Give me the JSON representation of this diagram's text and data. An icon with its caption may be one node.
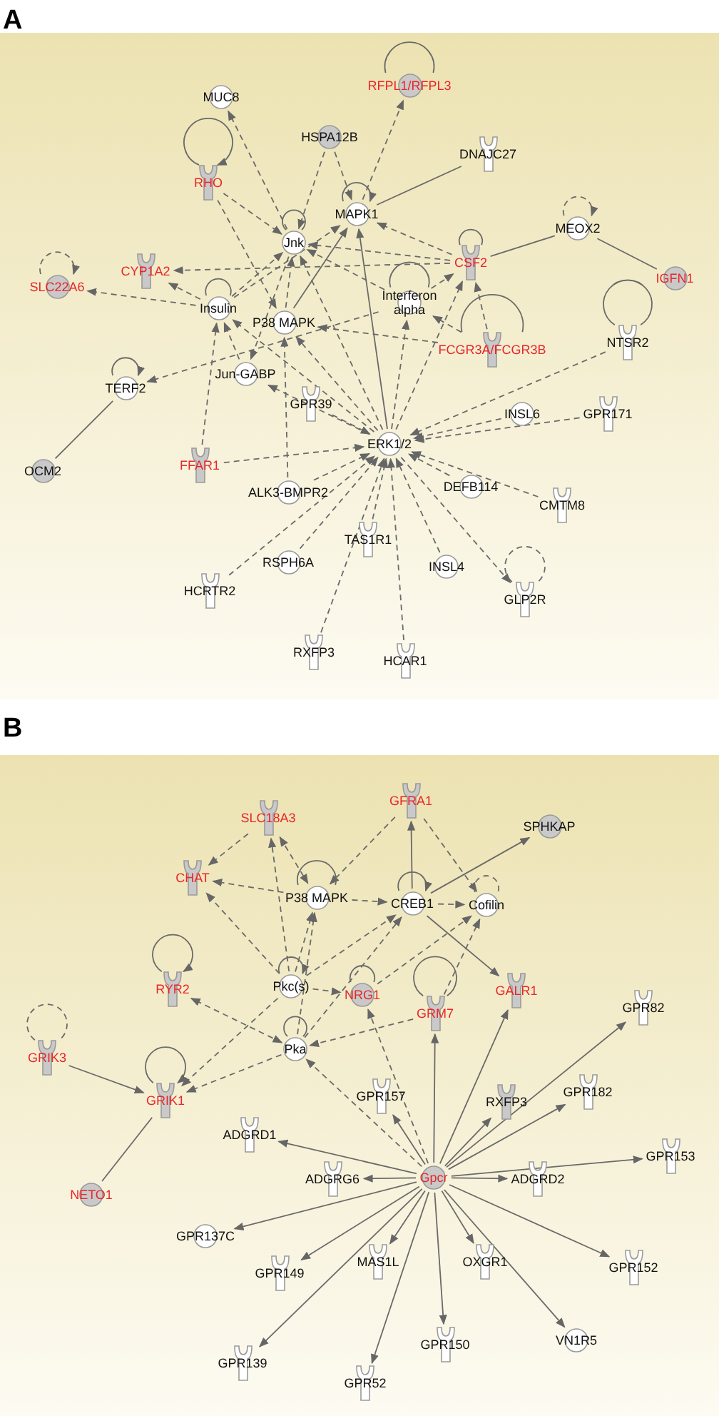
{
  "diagram": {
    "nodes": [
      {
        "text": [
          "A"
        ]
      },
      {
        "text": [
          "MUC8"
        ],
        "in": 0
      },
      {
        "text": [
          "RFPL1/RFPL3"
        ],
        "in": 0
      },
      {
        "text": [
          "HSPA12B"
        ],
        "in": 0
      },
      {
        "text": [
          "DNAJC27"
        ],
        "in": 0
      },
      {
        "text": [
          "RHO"
        ],
        "in": 0
      },
      {
        "text": [
          "MEOX2"
        ],
        "in": 0
      },
      {
        "text": [
          "Jnk"
        ],
        "in": 0
      },
      {
        "text": [
          "MAPK1"
        ],
        "in": 0
      },
      {
        "text": [
          "CSF2"
        ],
        "in": 0
      },
      {
        "text": [
          "IGFN1"
        ],
        "in": 0
      },
      {
        "text": [
          "SLC22A6"
        ],
        "in": 0
      },
      {
        "text": [
          "CYP1A2"
        ],
        "in": 0
      },
      {
        "text": [
          "Insulin"
        ],
        "in": 0
      },
      {
        "text": [
          "P38 MAPK"
        ],
        "in": 0
      },
      {
        "text": [
          "Interferon alpha"
        ],
        "in": 0
      },
      {
        "text": [
          "NTSR2"
        ],
        "in": 0
      },
      {
        "text": [
          "FCGR3A/FCGR3B"
        ],
        "in": 0
      },
      {
        "text": [
          "TERF2"
        ],
        "in": 0
      },
      {
        "text": [
          "Jun-GABP"
        ],
        "in": 0
      },
      {
        "text": [
          "GPR39"
        ],
        "in": 0
      },
      {
        "text": [
          "INSL6"
        ],
        "in": 0
      },
      {
        "text": [
          "GPR171"
        ],
        "in": 0
      },
      {
        "text": [
          "ERK1/2"
        ],
        "in": 0
      },
      {
        "text": [
          "OCM2"
        ],
        "in": 0
      },
      {
        "text": [
          "FFAR1"
        ],
        "in": 0
      },
      {
        "text": [
          "ALK3-BMPR2"
        ],
        "in": 0
      },
      {
        "text": [
          "DEFB114"
        ],
        "in": 0
      },
      {
        "text": [
          "CMTM8"
        ],
        "in": 0
      },
      {
        "text": [
          "TAS1R1"
        ],
        "in": 0
      },
      {
        "text": [
          "RSPH6A"
        ],
        "in": 0
      },
      {
        "text": [
          "INSL4"
        ],
        "in": 0
      },
      {
        "text": [
          "HCRTR2"
        ],
        "in": 0
      },
      {
        "text": [
          "GLP2R"
        ],
        "in": 0
      },
      {
        "text": [
          "RXFP3"
        ],
        "in": 0
      },
      {
        "text": [
          "HCAR1"
        ],
        "in": 0
      },
      {
        "text": [
          "B"
        ]
      },
      {
        "text": [
          "SLC18A3"
        ],
        "in": 36
      },
      {
        "text": [
          "GFRA1"
        ],
        "in": 36
      },
      {
        "text": [
          "SPHKAP"
        ],
        "in": 36
      },
      {
        "text": [
          "CHAT"
        ],
        "in": 36
      },
      {
        "text": [
          "P38 MAPK"
        ],
        "in": 36
      },
      {
        "text": [
          "CREB1"
        ],
        "in": 36
      },
      {
        "text": [
          "Cofilin"
        ],
        "in": 36
      },
      {
        "text": [
          "RYR2"
        ],
        "in": 36
      },
      {
        "text": [
          "Pkc(s)"
        ],
        "in": 36
      },
      {
        "text": [
          "NRG1"
        ],
        "in": 36
      },
      {
        "text": [
          "GRM7"
        ],
        "in": 36
      },
      {
        "text": [
          "GALR1"
        ],
        "in": 36
      },
      {
        "text": [
          "GPR82"
        ],
        "in": 36
      },
      {
        "text": [
          "GRIK3"
        ],
        "in": 36
      },
      {
        "text": [
          "Pka"
        ],
        "in": 36
      },
      {
        "text": [
          "GRIK1"
        ],
        "in": 36
      },
      {
        "text": [
          "GPR157"
        ],
        "in": 36
      },
      {
        "text": [
          "RXFP3"
        ],
        "in": 36
      },
      {
        "text": [
          "GPR182"
        ],
        "in": 36
      },
      {
        "text": [
          "ADGRD1"
        ],
        "in": 36
      },
      {
        "text": [
          "GPR153"
        ],
        "in": 36
      },
      {
        "text": [
          "ADGRG6"
        ],
        "in": 36
      },
      {
        "text": [
          "Gpcr"
        ],
        "in": 36
      },
      {
        "text": [
          "ADGRD2"
        ],
        "in": 36
      },
      {
        "text": [
          "NETO1"
        ],
        "in": 36
      },
      {
        "text": [
          "GPR137C"
        ],
        "in": 36
      },
      {
        "text": [
          "GPR149"
        ],
        "in": 36
      },
      {
        "text": [
          "MAS1L"
        ],
        "in": 36
      },
      {
        "text": [
          "OXGR1"
        ],
        "in": 36
      },
      {
        "text": [
          "GPR152"
        ],
        "in": 36
      },
      {
        "text": [
          "GPR150"
        ],
        "in": 36
      },
      {
        "text": [
          "VN1R5"
        ],
        "in": 36
      },
      {
        "text": [
          "GPR139"
        ],
        "in": 36
      },
      {
        "text": [
          "GPR52"
        ],
        "in": 36
      }
    ],
    "edges": [
      {
        "from": 7,
        "to": 1,
        "arrow": "to",
        "style": "dashed"
      },
      {
        "from": 8,
        "to": 2,
        "arrow": "to",
        "style": "dashed"
      },
      {
        "from": 2,
        "to": 2,
        "arrow": "none"
      },
      {
        "from": 3,
        "to": 7,
        "arrow": "to",
        "style": "dashed"
      },
      {
        "from": 3,
        "to": 8,
        "arrow": "to",
        "style": "dashed"
      },
      {
        "from": 4,
        "to": 8,
        "arrow": "none"
      },
      {
        "from": 5,
        "to": 5,
        "arrow": "to"
      },
      {
        "from": 5,
        "to": 7,
        "arrow": "to",
        "style": "dashed"
      },
      {
        "from": 5,
        "to": 14,
        "arrow": "to",
        "style": "dashed"
      },
      {
        "from": 6,
        "to": 6,
        "arrow": "to",
        "style": "dashed"
      },
      {
        "from": 6,
        "to": 9,
        "arrow": "none"
      },
      {
        "from": 6,
        "to": 10,
        "arrow": "none"
      },
      {
        "from": 7,
        "to": 7,
        "arrow": "none"
      },
      {
        "from": 8,
        "to": 8,
        "arrow": "to"
      },
      {
        "from": 9,
        "to": 9,
        "arrow": "none"
      },
      {
        "from": 9,
        "to": 7,
        "arrow": "to",
        "style": "dashed"
      },
      {
        "from": 9,
        "to": 8,
        "arrow": "to",
        "style": "dashed"
      },
      {
        "from": 9,
        "to": 12,
        "arrow": "to",
        "style": "dashed"
      },
      {
        "from": 11,
        "to": 11,
        "arrow": "to",
        "style": "dashed"
      },
      {
        "from": 13,
        "to": 11,
        "arrow": "to",
        "style": "dashed"
      },
      {
        "from": 13,
        "to": 12,
        "arrow": "to",
        "style": "dashed"
      },
      {
        "from": 13,
        "to": 13,
        "arrow": "none"
      },
      {
        "from": 13,
        "to": 7,
        "arrow": "to",
        "style": "dashed"
      },
      {
        "from": 13,
        "to": 8,
        "arrow": "to",
        "style": "dashed"
      },
      {
        "from": 15,
        "to": 15,
        "arrow": "none"
      },
      {
        "from": 15,
        "to": 7,
        "arrow": "to",
        "style": "dashed"
      },
      {
        "from": 15,
        "to": 9,
        "arrow": "to",
        "style": "dashed"
      },
      {
        "from": 15,
        "to": 18,
        "arrow": "to",
        "style": "dashed"
      },
      {
        "from": 14,
        "to": 8,
        "arrow": "to"
      },
      {
        "from": 14,
        "to": 7,
        "arrow": "to",
        "style": "dashed"
      },
      {
        "from": 17,
        "to": 17,
        "arrow": "none"
      },
      {
        "from": 17,
        "to": 15,
        "arrow": "to",
        "style": "dashed"
      },
      {
        "from": 17,
        "to": 14,
        "arrow": "to",
        "style": "dashed"
      },
      {
        "from": 17,
        "to": 9,
        "arrow": "to",
        "style": "dashed"
      },
      {
        "from": 16,
        "to": 16,
        "arrow": "none"
      },
      {
        "from": 18,
        "to": 18,
        "arrow": "to"
      },
      {
        "from": 18,
        "to": 24,
        "arrow": "none"
      },
      {
        "from": 19,
        "to": 13,
        "arrow": "to",
        "style": "dashed"
      },
      {
        "from": 7,
        "to": 19,
        "arrow": "to",
        "style": "dashed"
      },
      {
        "from": 23,
        "to": 19,
        "arrow": "to",
        "style": "dashed"
      },
      {
        "from": 23,
        "to": 13,
        "arrow": "to",
        "style": "dashed"
      },
      {
        "from": 23,
        "to": 14,
        "arrow": "to",
        "style": "dashed"
      },
      {
        "from": 23,
        "to": 7,
        "arrow": "to",
        "style": "dashed"
      },
      {
        "from": 23,
        "to": 8,
        "arrow": "to"
      },
      {
        "from": 23,
        "to": 15,
        "arrow": "to",
        "style": "dashed"
      },
      {
        "from": 23,
        "to": 9,
        "arrow": "to",
        "style": "dashed"
      },
      {
        "from": 25,
        "to": 13,
        "arrow": "to",
        "style": "dashed"
      },
      {
        "from": 26,
        "to": 14,
        "arrow": "to",
        "style": "dashed"
      },
      {
        "from": 16,
        "to": 23,
        "arrow": "to",
        "style": "dashed"
      },
      {
        "from": 20,
        "to": 23,
        "arrow": "to",
        "style": "dashed"
      },
      {
        "from": 21,
        "to": 23,
        "arrow": "to",
        "style": "dashed"
      },
      {
        "from": 22,
        "to": 23,
        "arrow": "to",
        "style": "dashed"
      },
      {
        "from": 25,
        "to": 23,
        "arrow": "to",
        "style": "dashed"
      },
      {
        "from": 26,
        "to": 23,
        "arrow": "to",
        "style": "dashed"
      },
      {
        "from": 27,
        "to": 23,
        "arrow": "to",
        "style": "dashed"
      },
      {
        "from": 28,
        "to": 23,
        "arrow": "to",
        "style": "dashed"
      },
      {
        "from": 29,
        "to": 23,
        "arrow": "to",
        "style": "dashed"
      },
      {
        "from": 30,
        "to": 23,
        "arrow": "to",
        "style": "dashed"
      },
      {
        "from": 31,
        "to": 23,
        "arrow": "to",
        "style": "dashed"
      },
      {
        "from": 32,
        "to": 23,
        "arrow": "to",
        "style": "dashed"
      },
      {
        "from": 23,
        "to": 33,
        "arrow": "to",
        "style": "dashed"
      },
      {
        "from": 33,
        "to": 33,
        "arrow": "none",
        "style": "dashed"
      },
      {
        "from": 34,
        "to": 23,
        "arrow": "to",
        "style": "dashed"
      },
      {
        "from": 35,
        "to": 23,
        "arrow": "to",
        "style": "dashed"
      },
      {
        "from": 37,
        "to": 40,
        "arrow": "to",
        "style": "dashed"
      },
      {
        "from": 37,
        "to": 41,
        "arrow": "both",
        "style": "dashed"
      },
      {
        "from": 45,
        "to": 37,
        "arrow": "to",
        "style": "dashed"
      },
      {
        "from": 38,
        "to": 41,
        "arrow": "to",
        "style": "dashed"
      },
      {
        "from": 42,
        "to": 38,
        "arrow": "to"
      },
      {
        "from": 38,
        "to": 43,
        "arrow": "to",
        "style": "dashed"
      },
      {
        "from": 42,
        "to": 39,
        "arrow": "to"
      },
      {
        "from": 41,
        "to": 40,
        "arrow": "to",
        "style": "dashed"
      },
      {
        "from": 41,
        "to": 41,
        "arrow": "none"
      },
      {
        "from": 41,
        "to": 42,
        "arrow": "to",
        "style": "dashed"
      },
      {
        "from": 42,
        "to": 42,
        "arrow": "to"
      },
      {
        "from": 42,
        "to": 43,
        "arrow": "to",
        "style": "dashed"
      },
      {
        "from": 43,
        "to": 43,
        "arrow": "none",
        "style": "dashed"
      },
      {
        "from": 45,
        "to": 40,
        "arrow": "to",
        "style": "dashed"
      },
      {
        "from": 45,
        "to": 41,
        "arrow": "to",
        "style": "dashed"
      },
      {
        "from": 51,
        "to": 41,
        "arrow": "to",
        "style": "dashed"
      },
      {
        "from": 45,
        "to": 42,
        "arrow": "to",
        "style": "dashed"
      },
      {
        "from": 51,
        "to": 42,
        "arrow": "to",
        "style": "dashed"
      },
      {
        "from": 46,
        "to": 43,
        "arrow": "to",
        "style": "dashed"
      },
      {
        "from": 47,
        "to": 43,
        "arrow": "to",
        "style": "dashed"
      },
      {
        "from": 42,
        "to": 48,
        "arrow": "to"
      },
      {
        "from": 44,
        "to": 44,
        "arrow": "to"
      },
      {
        "from": 51,
        "to": 44,
        "arrow": "both",
        "style": "dashed"
      },
      {
        "from": 45,
        "to": 45,
        "arrow": "to"
      },
      {
        "from": 45,
        "to": 46,
        "arrow": "to",
        "style": "dashed"
      },
      {
        "from": 46,
        "to": 46,
        "arrow": "none"
      },
      {
        "from": 45,
        "to": 52,
        "arrow": "to",
        "style": "dashed"
      },
      {
        "from": 51,
        "to": 52,
        "arrow": "to",
        "style": "dashed"
      },
      {
        "from": 51,
        "to": 51,
        "arrow": "none"
      },
      {
        "from": 47,
        "to": 47,
        "arrow": "none"
      },
      {
        "from": 47,
        "to": 51,
        "arrow": "to",
        "style": "dashed"
      },
      {
        "from": 50,
        "to": 50,
        "arrow": "none",
        "style": "dashed"
      },
      {
        "from": 50,
        "to": 52,
        "arrow": "to"
      },
      {
        "from": 52,
        "to": 52,
        "arrow": "to"
      },
      {
        "from": 52,
        "to": 61,
        "arrow": "none"
      },
      {
        "from": 59,
        "to": 51,
        "arrow": "to",
        "style": "dashed"
      },
      {
        "from": 59,
        "to": 46,
        "arrow": "to",
        "style": "dashed"
      },
      {
        "from": 59,
        "to": 47,
        "arrow": "to"
      },
      {
        "from": 59,
        "to": 53,
        "arrow": "to"
      },
      {
        "from": 59,
        "to": 54,
        "arrow": "to"
      },
      {
        "from": 59,
        "to": 48,
        "arrow": "to"
      },
      {
        "from": 59,
        "to": 49,
        "arrow": "to"
      },
      {
        "from": 59,
        "to": 55,
        "arrow": "to"
      },
      {
        "from": 59,
        "to": 57,
        "arrow": "to"
      },
      {
        "from": 59,
        "to": 56,
        "arrow": "to"
      },
      {
        "from": 59,
        "to": 58,
        "arrow": "to"
      },
      {
        "from": 59,
        "to": 60,
        "arrow": "to"
      },
      {
        "from": 59,
        "to": 62,
        "arrow": "to"
      },
      {
        "from": 59,
        "to": 63,
        "arrow": "to"
      },
      {
        "from": 59,
        "to": 64,
        "arrow": "to"
      },
      {
        "from": 59,
        "to": 65,
        "arrow": "to"
      },
      {
        "from": 59,
        "to": 66,
        "arrow": "to"
      },
      {
        "from": 59,
        "to": 67,
        "arrow": "to"
      },
      {
        "from": 59,
        "to": 68,
        "arrow": "to"
      },
      {
        "from": 59,
        "to": 69,
        "arrow": "to"
      },
      {
        "from": 59,
        "to": 70,
        "arrow": "to"
      }
    ]
  }
}
